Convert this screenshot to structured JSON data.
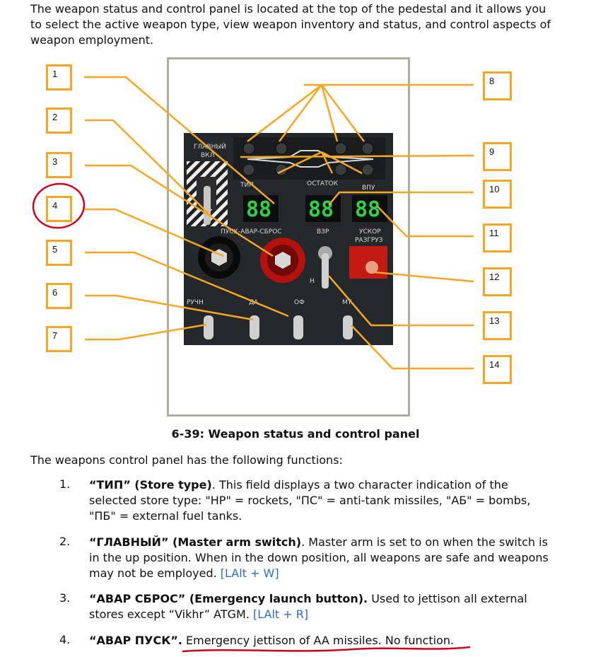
{
  "intro": "The weapon status and control panel is located at the top of the pedestal and it allows you to select the active weapon type, view weapon inventory and status, and control aspects of weapon employment.",
  "figure": {
    "panel_labels": {
      "glavny": "ГЛАВНЫЙ",
      "vkl": "ВКЛ",
      "tip": "ТИП",
      "ostatok": "ОСТАТОК",
      "vpu": "ВПУ",
      "pusk": "ПУСК-АВАР-СБРОС",
      "vzr": "ВЗР",
      "uskor": "УСКОР",
      "razgruz": "РАЗГРУЗ",
      "ruchn": "РУЧН",
      "da": "ДА",
      "of": "ОФ",
      "mt": "МТ",
      "n": "Н"
    },
    "displays": {
      "tip": "88",
      "ostatok": "88",
      "vpu": "88"
    },
    "callouts_left": [
      "1",
      "2",
      "3",
      "4",
      "5",
      "6",
      "7"
    ],
    "callouts_right": [
      "8",
      "9",
      "10",
      "11",
      "12",
      "13",
      "14"
    ],
    "colors": {
      "callout": "#f5a623",
      "frame": "#a8b09a",
      "display": "#2fd14a",
      "annotation": "#d0021b",
      "link": "#2b6cc4"
    }
  },
  "caption": "6-39: Weapon status and control panel",
  "lead": "The weapons control panel has the following functions:",
  "items": [
    {
      "num": "1.",
      "title": "“ТИП” (Store type)",
      "text": ". This field displays a two character indication of the selected store type: \"НР\" = rockets, \"ПС\" = anti-tank missiles, \"АБ\" = bombs, \"ПБ\" = external fuel tanks.",
      "shortcut": ""
    },
    {
      "num": "2.",
      "title": "“ГЛАВНЫЙ” (Master arm switch)",
      "text": ". Master arm is set to on when the switch is in the up position.  When in the down position, all weapons are safe and weapons may not be employed. ",
      "shortcut": "[LAlt + W]"
    },
    {
      "num": "3.",
      "title": "“АВАР СБРОС” (Emergency launch button).",
      "text": "  Used to jettison all external stores except “Vikhr” ATGM. ",
      "shortcut": "[LAlt + R]"
    },
    {
      "num": "4.",
      "title": "“АВАР ПУСК”.",
      "text": " Emergency jettison of AA missiles. No function.",
      "shortcut": ""
    }
  ]
}
